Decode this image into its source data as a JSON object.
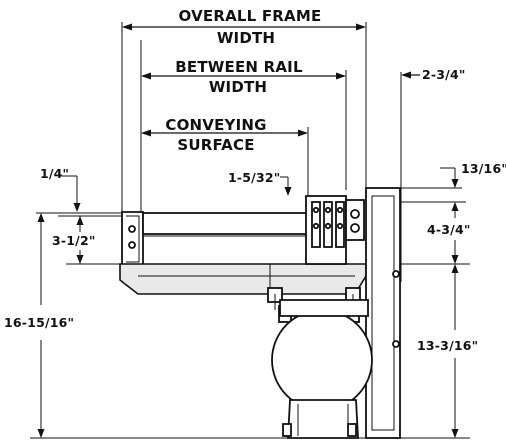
{
  "dimensions": {
    "overall_frame_width": {
      "line1": "OVERALL FRAME",
      "line2": "WIDTH"
    },
    "between_rail_width": {
      "line1": "BETWEEN RAIL",
      "line2": "WIDTH"
    },
    "conveying_surface": {
      "line1": "CONVEYING",
      "line2": "SURFACE"
    },
    "side_offset": "2-3/4\"",
    "top_offset": "13/16\"",
    "roller_offset": "1-5/32\"",
    "rail_lip": "1/4\"",
    "frame_height": "3-1/2\"",
    "bracket_height": "4-3/4\"",
    "overall_height": "16-15/16\"",
    "lower_height": "13-3/16\""
  }
}
